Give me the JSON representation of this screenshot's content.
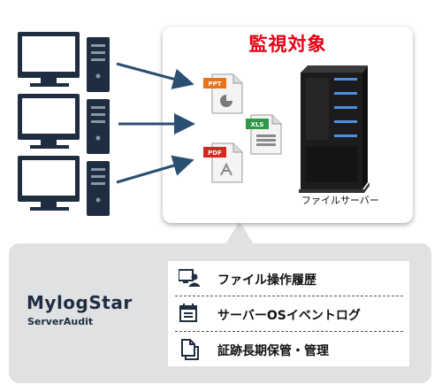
{
  "diagram": {
    "target_title": "監視対象",
    "server_label": "ファイルサーバー",
    "documents": [
      {
        "tag": "PPT",
        "color": "#e8731a"
      },
      {
        "tag": "XLS",
        "color": "#2e9a47"
      },
      {
        "tag": "PDF",
        "color": "#d7261f"
      }
    ]
  },
  "product": {
    "name": "MylogStar",
    "edition": "ServerAudit"
  },
  "features": [
    {
      "label": "ファイル操作履歴",
      "icon": "pc-user-icon"
    },
    {
      "label": "サーバーOSイベントログ",
      "icon": "event-log-icon"
    },
    {
      "label": "証跡長期保管・管理",
      "icon": "document-copy-icon"
    }
  ],
  "colors": {
    "title_red": "#e60012",
    "arrow_blue": "#2b4f73",
    "brand_navy": "#1e2d3f",
    "panel_gray": "#dfe1e3",
    "server_light_blue": "#4a90e2"
  }
}
